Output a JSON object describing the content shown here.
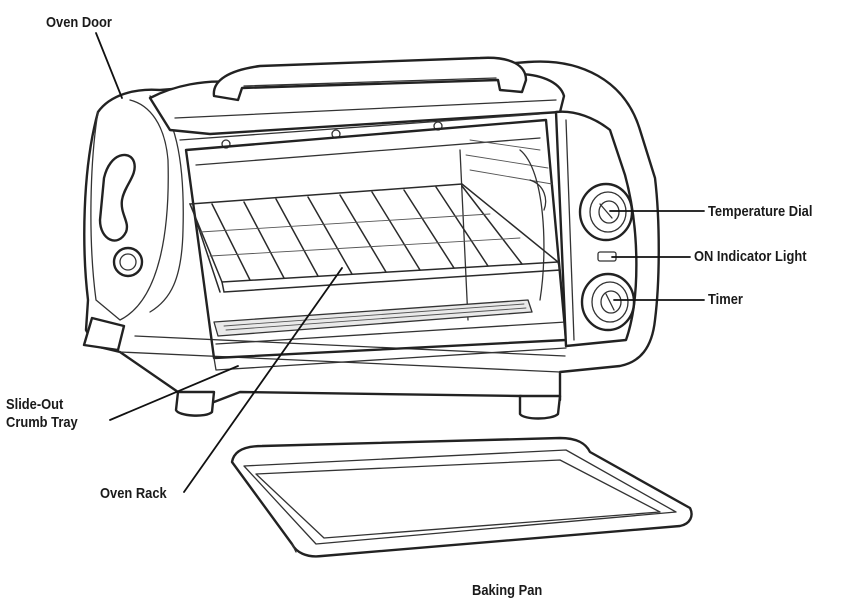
{
  "diagram": {
    "labels": {
      "oven_door": "Oven Door",
      "temperature_dial": "Temperature Dial",
      "on_indicator_light": "ON Indicator Light",
      "timer": "Timer",
      "slide_out_crumb_tray": [
        "Slide-Out",
        "Crumb Tray"
      ],
      "oven_rack": "Oven Rack",
      "baking_pan": "Baking Pan"
    },
    "colors": {
      "line": "#222222",
      "label": "#1a1a1a",
      "background": "#ffffff"
    }
  }
}
